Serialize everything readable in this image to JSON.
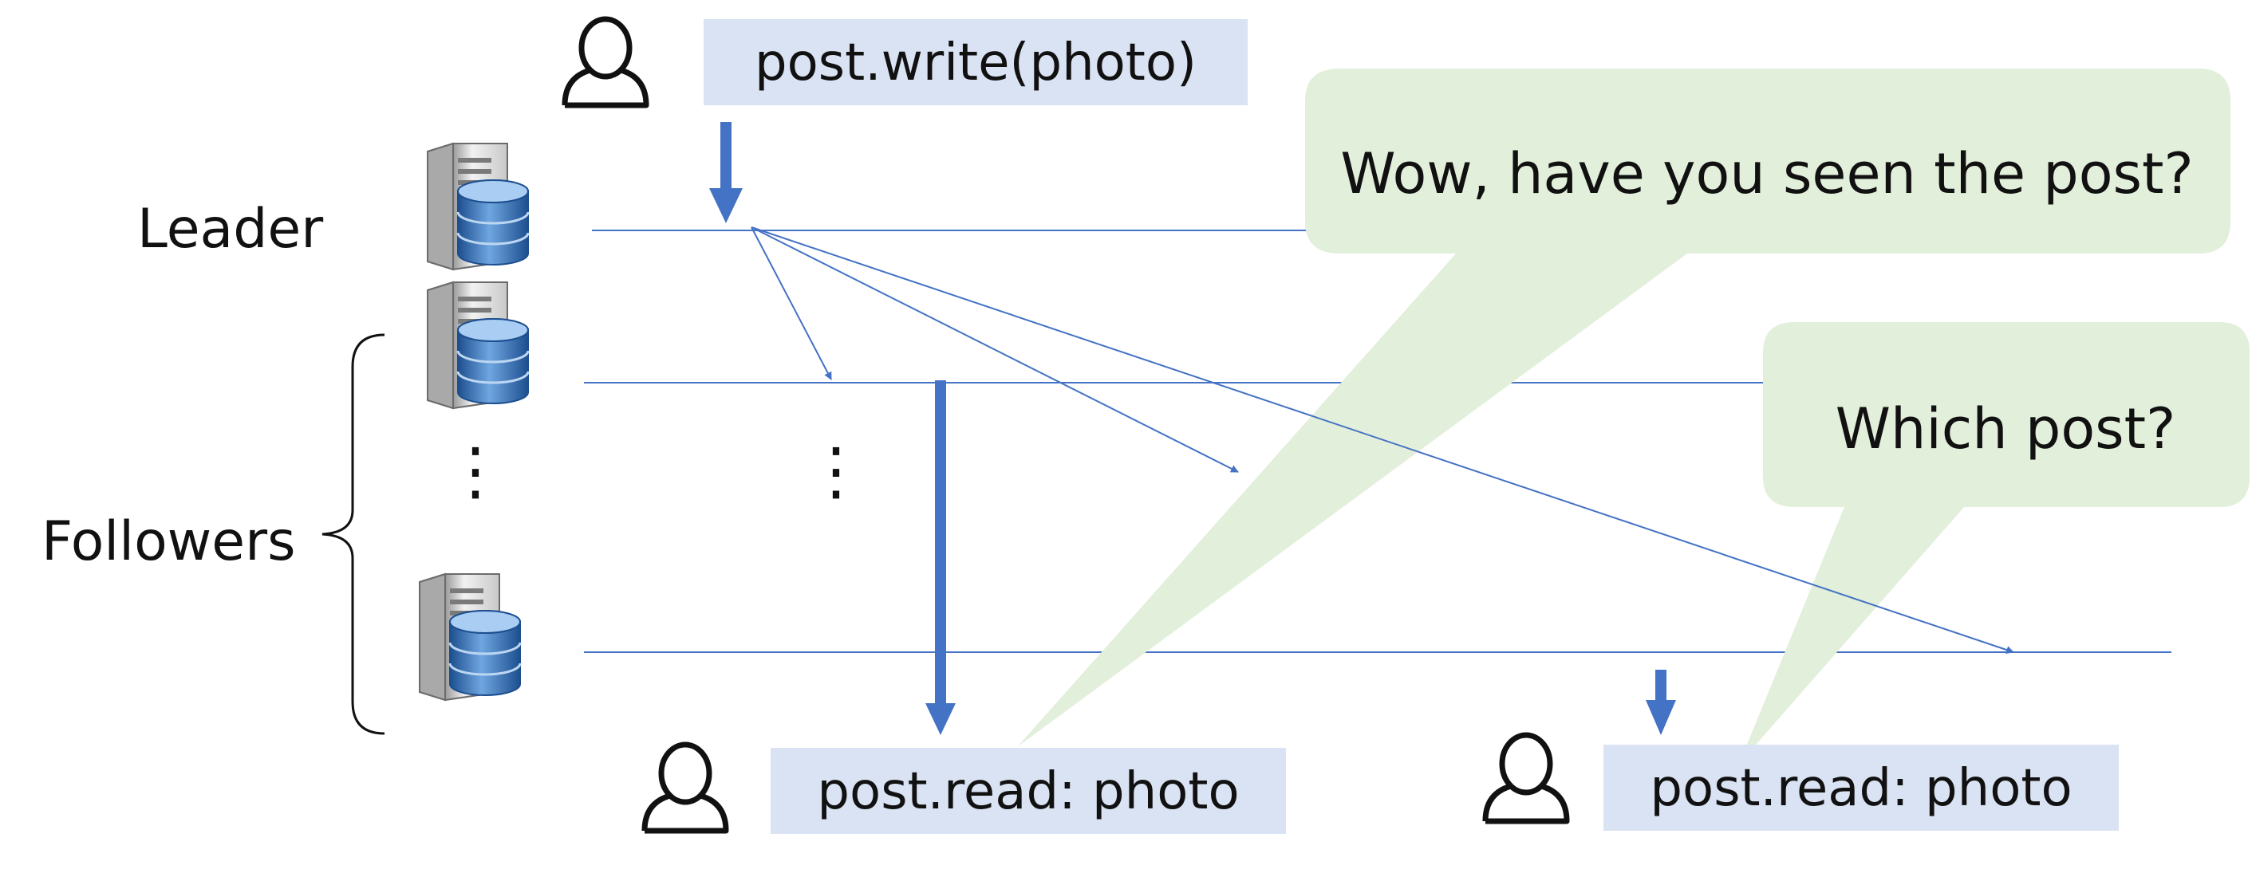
{
  "labels": {
    "leader": "Leader",
    "followers": "Followers",
    "ellipsis": "⋮"
  },
  "operations": {
    "write": "post.write(photo)",
    "read_first": "post.read: photo",
    "read_second": "post.read: photo"
  },
  "bubbles": {
    "first": "Wow, have you seen the post?",
    "second": "Which post?"
  },
  "icons": {
    "user": "user-outline-icon",
    "server": "database-server-icon"
  },
  "colors": {
    "timeline": "#4472c4",
    "arrow": "#4472c4",
    "op_box": "#dae3f3",
    "bubble": "#e2efda",
    "ink": "#111111"
  }
}
